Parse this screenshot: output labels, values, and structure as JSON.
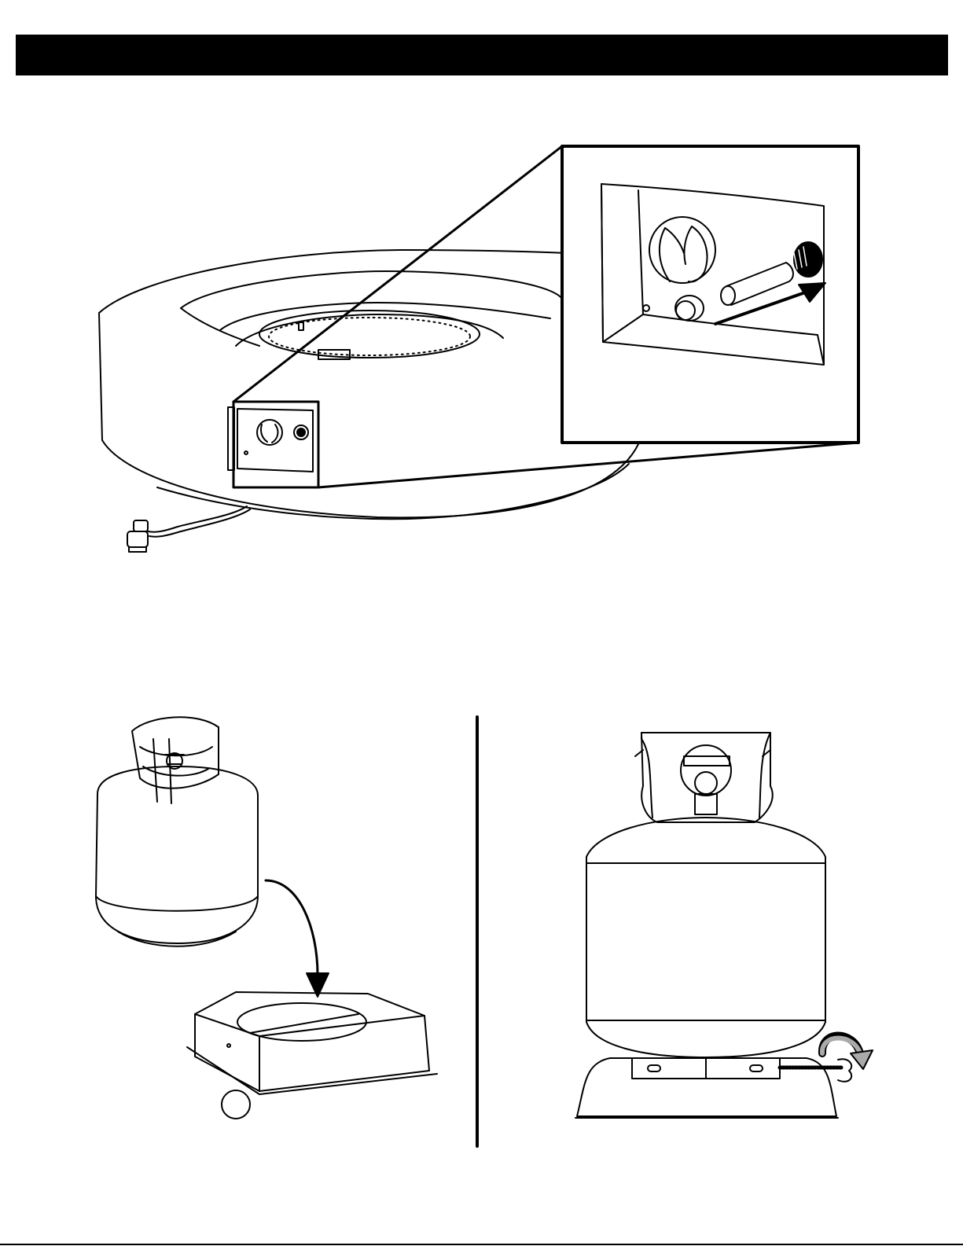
{
  "header": {
    "title": ""
  },
  "figures": {
    "fire_pit": {
      "icon": "fire-pit-with-control-panel-illustration"
    },
    "detail": {
      "icon": "control-panel-detail-illustration"
    },
    "tank_placement": {
      "icon": "propane-tank-into-base-illustration"
    },
    "tank_secured": {
      "icon": "propane-tank-on-base-with-wing-bolt-illustration"
    }
  },
  "callout": {
    "label": ""
  },
  "colors": {
    "ink": "#000000",
    "paper": "#ffffff"
  }
}
